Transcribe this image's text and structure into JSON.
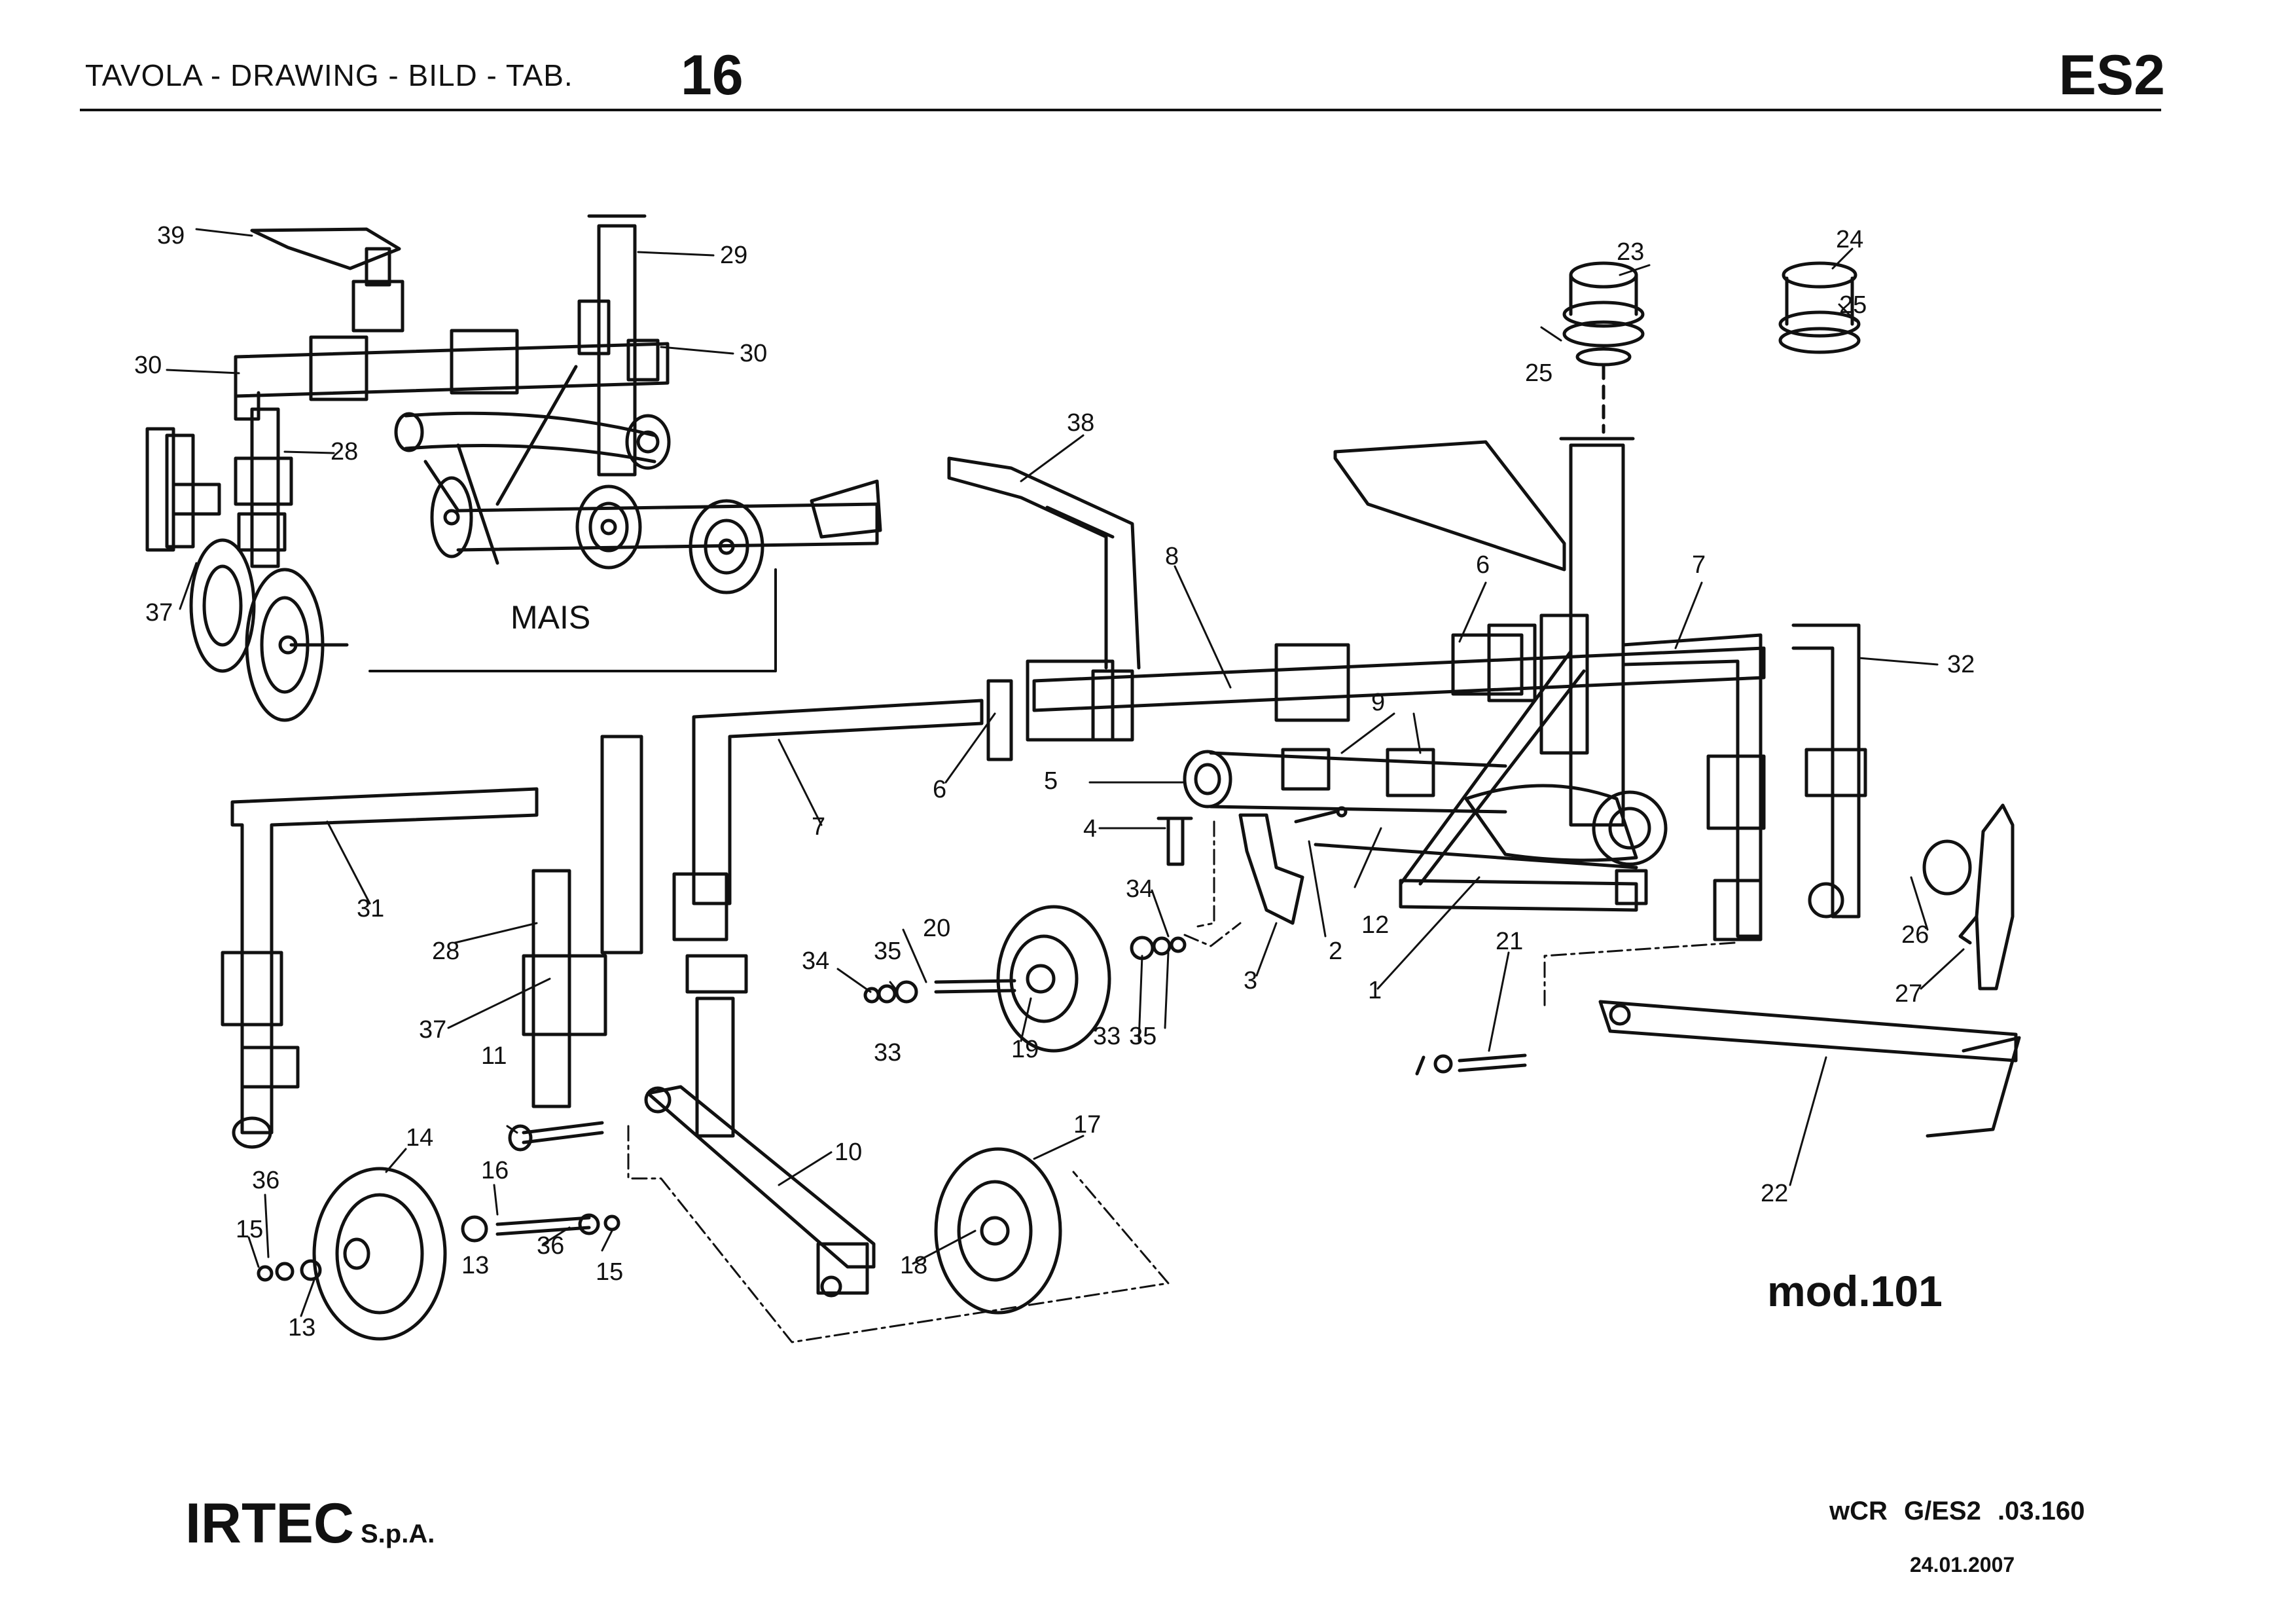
{
  "header": {
    "label": "TAVOLA - DRAWING - BILD - TAB.",
    "table_number": "16",
    "model_code": "ES2"
  },
  "drawing": {
    "inset_label": "MAIS",
    "model_label": "mod.101",
    "callouts": [
      "1",
      "2",
      "3",
      "4",
      "5",
      "6",
      "7",
      "8",
      "9",
      "10",
      "11",
      "12",
      "13",
      "14",
      "15",
      "16",
      "17",
      "18",
      "19",
      "20",
      "21",
      "22",
      "23",
      "24",
      "25",
      "26",
      "27",
      "28",
      "29",
      "30",
      "31",
      "32",
      "33",
      "34",
      "35",
      "36",
      "37",
      "38",
      "39"
    ]
  },
  "footer": {
    "company": "IRTEC",
    "company_suffix": "S.p.A.",
    "doc_code": "wCR   G/ES2   .03.160",
    "date": "24.01.2007"
  },
  "colors": {
    "ink": "#111111",
    "paper": "#ffffff"
  }
}
